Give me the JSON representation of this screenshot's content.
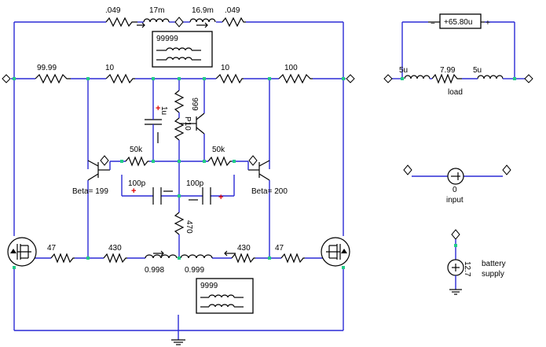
{
  "top_row": {
    "r_left": ".049",
    "l_left": "17m",
    "l_right": "16.9m",
    "r_right": ".049"
  },
  "transformer_top": {
    "value": "99999"
  },
  "second_row": {
    "r1": "99.99",
    "r2": "10",
    "r3": "10",
    "r4": "100"
  },
  "center": {
    "r_top": "999",
    "cap": "1u",
    "r_mid": "P10",
    "r_bottom": "470"
  },
  "mid_resistors": {
    "left": "50k",
    "right": "50k"
  },
  "caps": {
    "left": "100p",
    "right": "100p"
  },
  "transistors": {
    "left_beta": "Beta= 199",
    "right_beta": "Beta= 200"
  },
  "bottom_row": {
    "r_left1": "47",
    "r_left2": "430",
    "r_right2": "430",
    "r_right1": "47",
    "l_left": "0.998",
    "l_right": "0.999"
  },
  "transformer_bottom": {
    "value": "9999"
  },
  "load": {
    "cap_value": "+65.80u",
    "l_left": "5u",
    "r_mid": "7.99",
    "l_right": "5u",
    "label": "load"
  },
  "input": {
    "value": "0",
    "label": "input"
  },
  "battery": {
    "value": "12.7",
    "label_line1": "battery",
    "label_line2": "supply"
  }
}
